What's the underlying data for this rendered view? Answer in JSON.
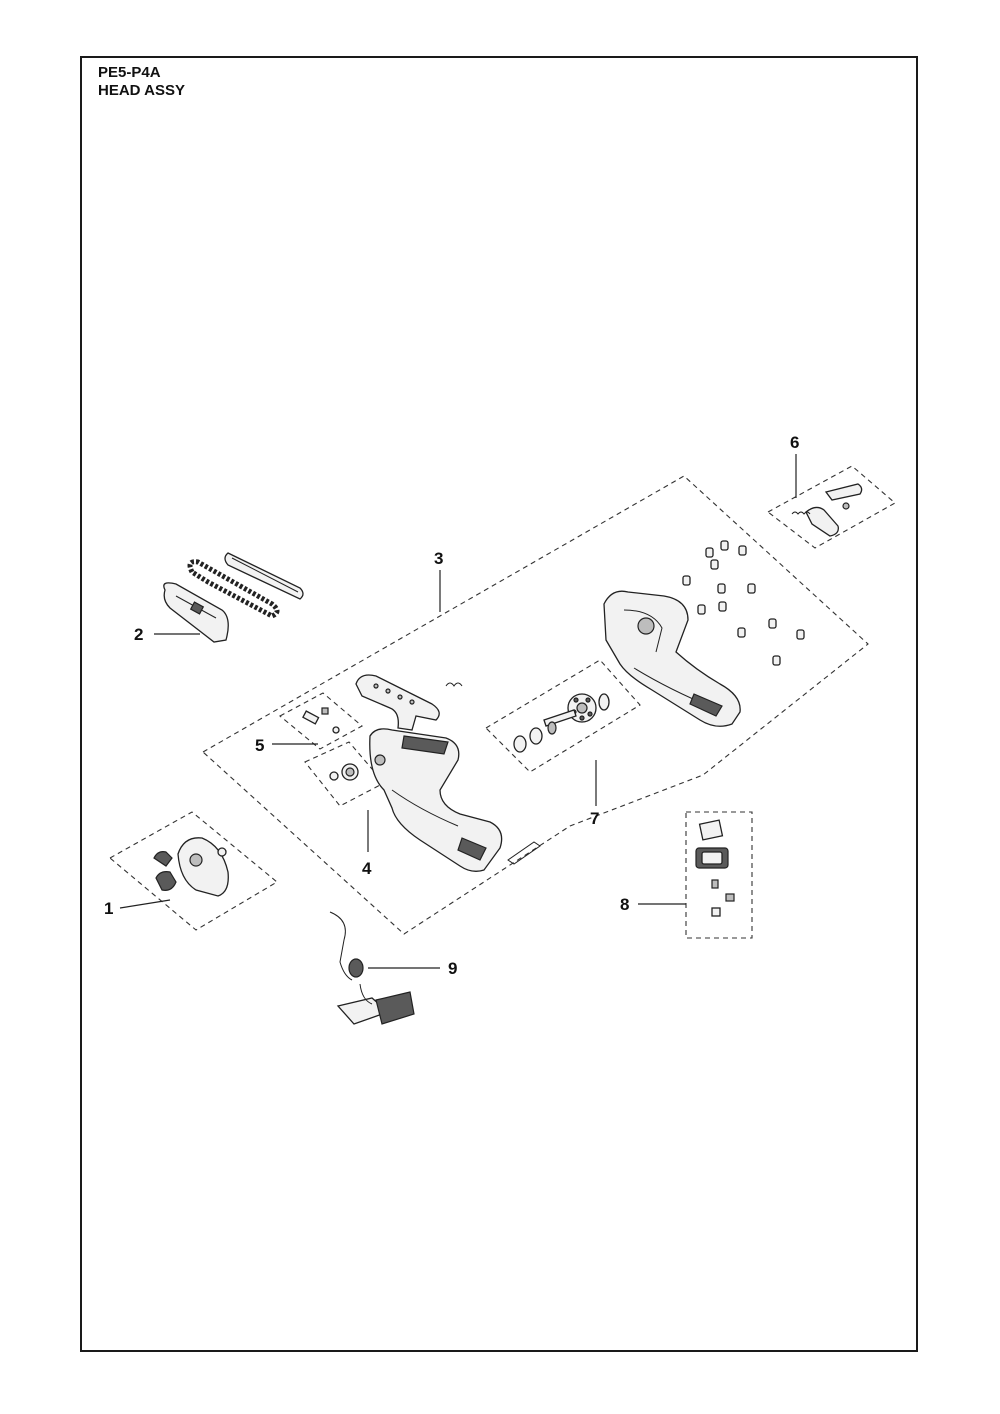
{
  "header": {
    "model": "PE5-P4A",
    "assembly": "HEAD ASSY"
  },
  "callouts": [
    "1",
    "2",
    "3",
    "4",
    "5",
    "6",
    "7",
    "8",
    "9"
  ]
}
